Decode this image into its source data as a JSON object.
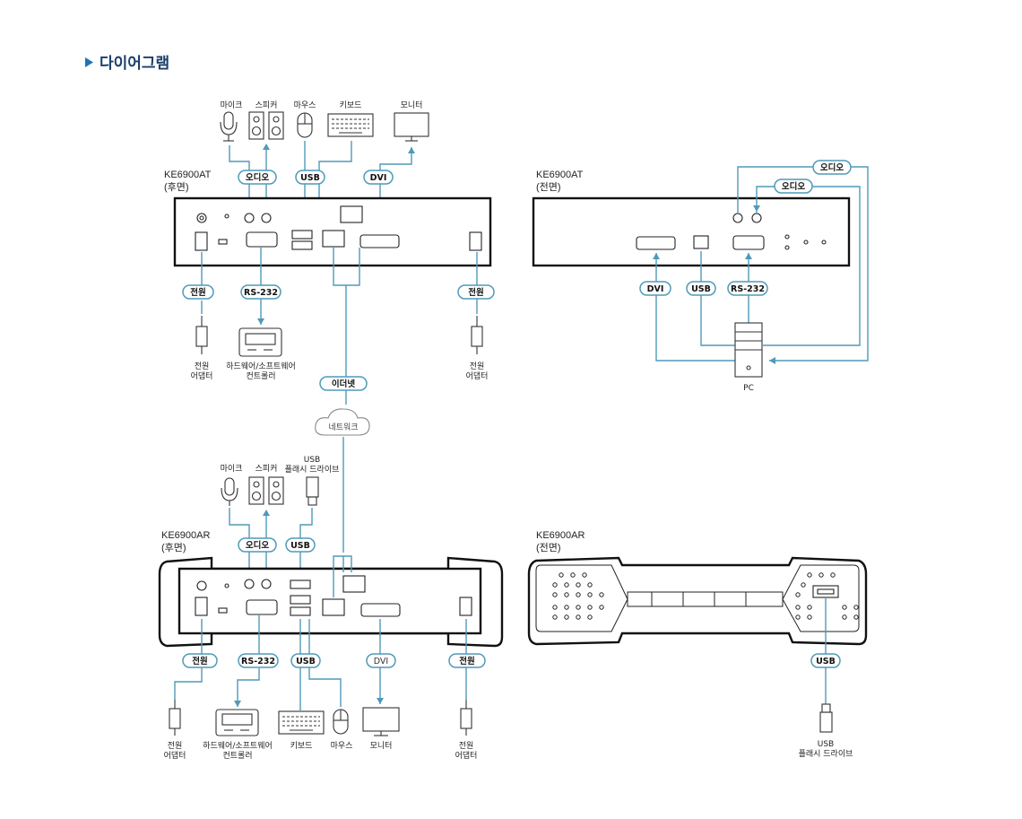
{
  "title": "다이어그램",
  "units": {
    "at_rear": {
      "model": "KE6900AT",
      "view": "(후면)"
    },
    "at_front": {
      "model": "KE6900AT",
      "view": "(전면)"
    },
    "ar_rear": {
      "model": "KE6900AR",
      "view": "(후면)"
    },
    "ar_front": {
      "model": "KE6900AR",
      "view": "(전면)"
    }
  },
  "devices": {
    "mic": "마이크",
    "speaker": "스피커",
    "mouse": "마우스",
    "keyboard": "키보드",
    "monitor": "모니터",
    "power_adapter_1": "전원",
    "power_adapter_2": "어댑터",
    "hw_sw_controller_1": "하드웨어/소프트웨어",
    "hw_sw_controller_2": "컨트롤러",
    "usb_flash_1": "USB",
    "usb_flash_2": "플래시 드라이브",
    "pc": "PC",
    "network": "네트워크"
  },
  "labels": {
    "audio": "오디오",
    "usb": "USB",
    "dvi": "DVI",
    "power": "전원",
    "rs232": "RS-232",
    "ethernet": "이더넷"
  }
}
